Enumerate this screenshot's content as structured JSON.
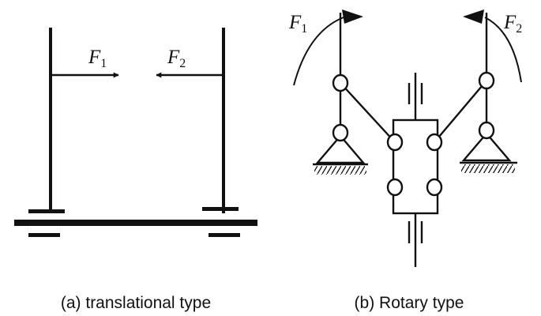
{
  "panels": {
    "translational": {
      "caption": "(a) translational type",
      "force_left": {
        "symbol": "F",
        "subscript": "1"
      },
      "force_right": {
        "symbol": "F",
        "subscript": "2"
      }
    },
    "rotary": {
      "caption": "(b) Rotary type",
      "force_left": {
        "symbol": "F",
        "subscript": "1"
      },
      "force_right": {
        "symbol": "F",
        "subscript": "2"
      }
    }
  },
  "colors": {
    "ink": "#111111",
    "background": "#ffffff"
  }
}
